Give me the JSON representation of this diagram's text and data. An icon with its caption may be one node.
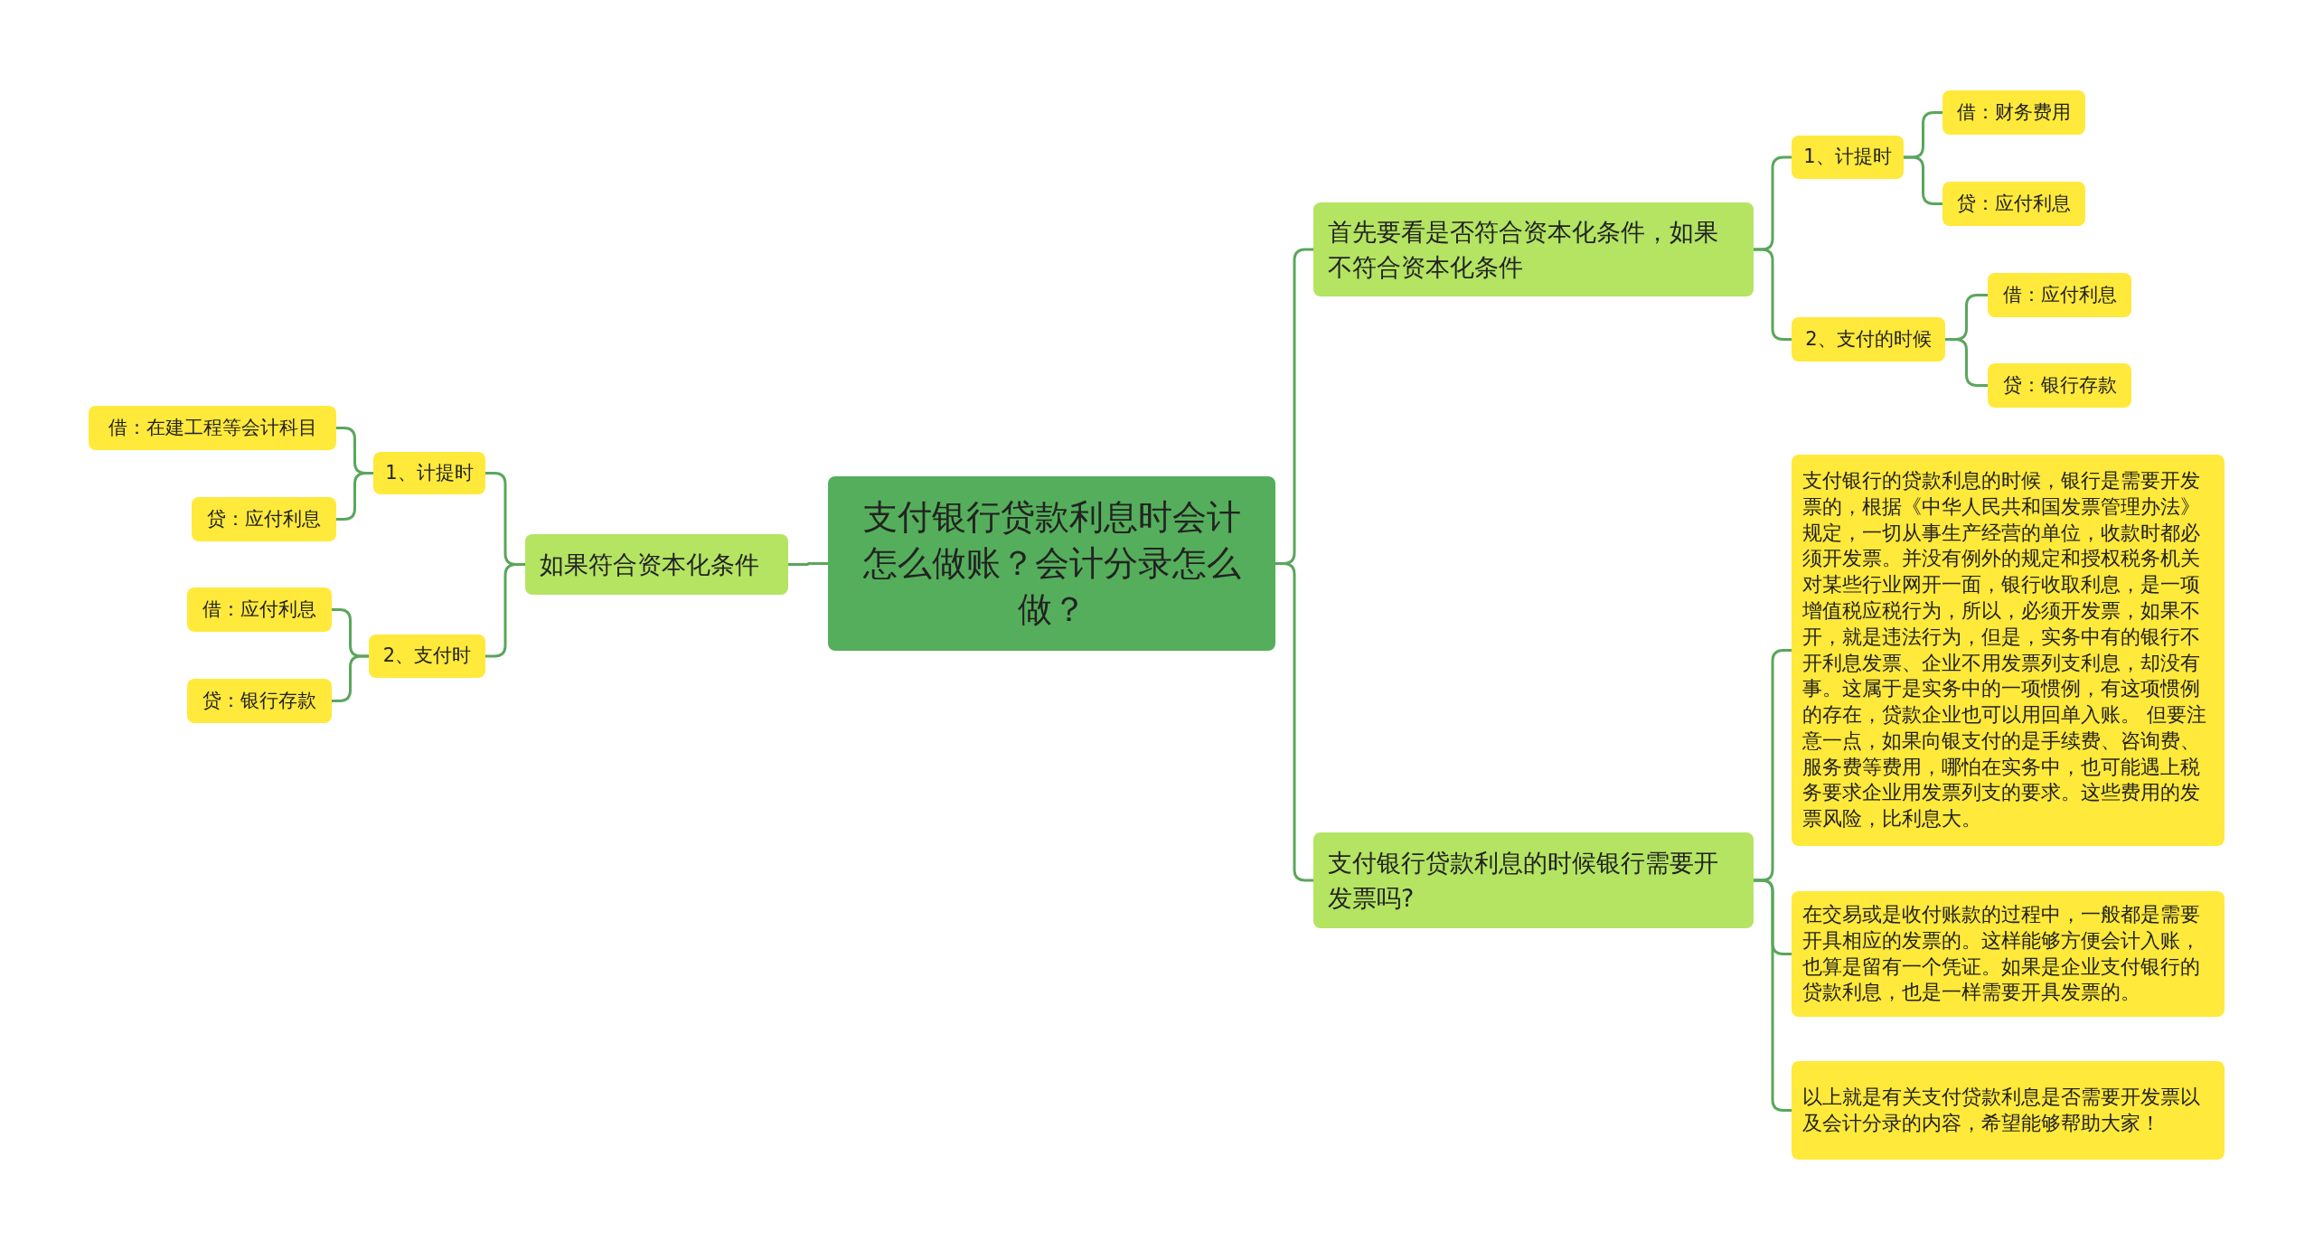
{
  "diagram": {
    "nodes": [
      {
        "text": [
          "支付银行贷款利息时会计怎么做账？会计分录怎么做？"
        ]
      },
      {
        "text": [
          "如果符合资本化条件"
        ]
      },
      {
        "text": [
          "1、计提时"
        ]
      },
      {
        "text": [
          "借：在建工程等会计科目"
        ]
      },
      {
        "text": [
          "贷：应付利息"
        ]
      },
      {
        "text": [
          "2、支付时"
        ]
      },
      {
        "text": [
          "借：应付利息"
        ]
      },
      {
        "text": [
          "贷：银行存款"
        ]
      },
      {
        "text": [
          "首先要看是否符合资本化条件，如果不符合资本化条件"
        ]
      },
      {
        "text": [
          "1、计提时"
        ]
      },
      {
        "text": [
          "借：财务费用"
        ]
      },
      {
        "text": [
          "贷：应付利息"
        ]
      },
      {
        "text": [
          "2、支付的时候"
        ]
      },
      {
        "text": [
          "借：应付利息"
        ]
      },
      {
        "text": [
          "贷：银行存款"
        ]
      },
      {
        "text": [
          "支付银行贷款利息的时候银行需要开发票吗?"
        ]
      },
      {
        "text": [
          "支付银行的贷款利息的时候，银行是需要开发票的，根据《中华人民共和国发票管理办法》规定，一切从事生产经营的单位，收款时都必须开发票。并没有例外的规定和授权税务机关对某些行业网开一面，银行收取利息，是一项增值税应税行为，所以，必须开发票，如果不开，就是违法行为，但是，实务中有的银行不开利息发票、企业不用发票列支利息，却没有事。这属于是实务中的一项惯例，有这项惯例的存在，贷款企业也可以用回单入账。 但要注意一点，如果向银支付的是手续费、咨询费、服务费等费用，哪怕在实务中，也可能遇上税务要求企业用发票列支的要求。这些费用的发票风险，比利息大。"
        ]
      },
      {
        "text": [
          "在交易或是收付账款的过程中，一般都是需要开具相应的发票的。这样能够方便会计入账，也算是留有一个凭证。如果是企业支付银行的贷款利息，也是一样需要开具发票的。"
        ]
      },
      {
        "text": [
          "以上就是有关支付贷款利息是否需要开发票以及会计分录的内容，希望能够帮助大家！"
        ]
      }
    ],
    "edges": [
      {
        "from": 0,
        "to": 1,
        "arrow": "none"
      },
      {
        "from": 1,
        "to": 2,
        "arrow": "none"
      },
      {
        "from": 2,
        "to": 3,
        "arrow": "none"
      },
      {
        "from": 2,
        "to": 4,
        "arrow": "none"
      },
      {
        "from": 1,
        "to": 5,
        "arrow": "none"
      },
      {
        "from": 5,
        "to": 6,
        "arrow": "none"
      },
      {
        "from": 5,
        "to": 7,
        "arrow": "none"
      },
      {
        "from": 0,
        "to": 8,
        "arrow": "none"
      },
      {
        "from": 8,
        "to": 9,
        "arrow": "none"
      },
      {
        "from": 9,
        "to": 10,
        "arrow": "none"
      },
      {
        "from": 9,
        "to": 11,
        "arrow": "none"
      },
      {
        "from": 8,
        "to": 12,
        "arrow": "none"
      },
      {
        "from": 12,
        "to": 13,
        "arrow": "none"
      },
      {
        "from": 12,
        "to": 14,
        "arrow": "none"
      },
      {
        "from": 0,
        "to": 15,
        "arrow": "none"
      },
      {
        "from": 15,
        "to": 16,
        "arrow": "none"
      },
      {
        "from": 15,
        "to": 17,
        "arrow": "none"
      },
      {
        "from": 15,
        "to": 18,
        "arrow": "none"
      }
    ]
  }
}
